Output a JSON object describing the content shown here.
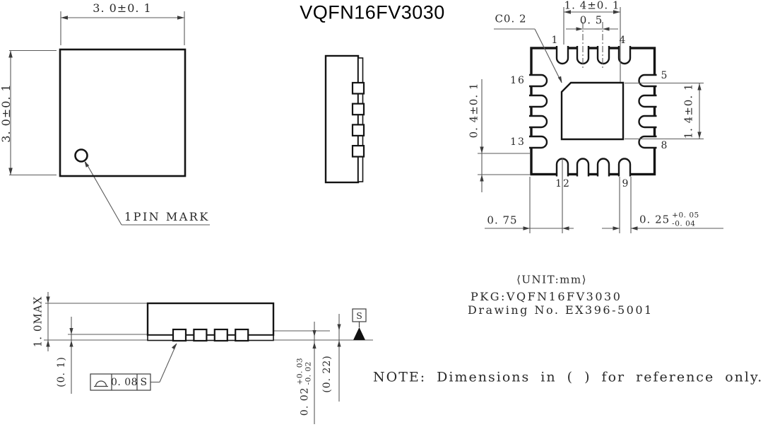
{
  "title": "VQFN16FV3030",
  "top_view": {
    "width_dim": "3. 0±0. 1",
    "height_dim": "3. 0±0. 1",
    "pin_mark_label": "1PIN MARK"
  },
  "bottom_view": {
    "pad_width_dim": "1. 4±0. 1",
    "pitch_dim": "0. 5",
    "chamfer_label": "C0. 2",
    "pad_height_dim": "1. 4±0. 1",
    "terminal_length_dim": "0. 4±0. 1",
    "corner_offset_dim": "0. 75",
    "terminal_width_dim": "0. 25",
    "terminal_width_tol_plus": "+0. 05",
    "terminal_width_tol_minus": "-0. 04",
    "pin_numbers": {
      "p1": "1",
      "p4": "4",
      "p5": "5",
      "p8": "8",
      "p9": "9",
      "p12": "12",
      "p13": "13",
      "p16": "16"
    }
  },
  "profile_view": {
    "height_dim": "1. 0MAX",
    "ref_gap_dim": "(0. 1)",
    "coplanarity_value": "0. 08",
    "coplanarity_datum": "S",
    "standoff_dim": "0. 02",
    "standoff_tol_plus": "+0. 03",
    "standoff_tol_minus": "-0. 02",
    "lead_thickness_dim": "(0. 22)",
    "datum_label": "S"
  },
  "notes": {
    "unit": "⟨UNIT:mm⟩",
    "pkg": "PKG:VQFN16FV3030",
    "drawing_no": "Drawing No. EX396-5001",
    "note": "NOTE: Dimensions in ( ) for reference only."
  }
}
